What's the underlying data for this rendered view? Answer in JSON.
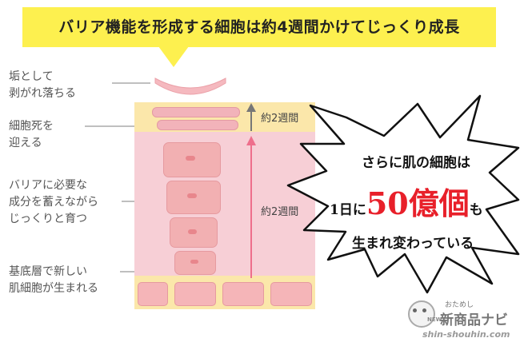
{
  "banner": {
    "title": "バリア機能を形成する細胞は約4週間かけてじっくり成長"
  },
  "labels": {
    "peel": [
      "垢として",
      "剥がれ落ちる"
    ],
    "death": [
      "細胞死を",
      "迎える"
    ],
    "grow": [
      "バリアに必要な",
      "成分を蓄えながら",
      "じっくりと育つ"
    ],
    "base": [
      "基底層で新しい",
      "肌細胞が生まれる"
    ]
  },
  "durations": {
    "upper": "約2週間",
    "lower": "約2週間"
  },
  "bubble": {
    "line1": "さらに肌の細胞は",
    "line2_prefix": "1日に",
    "line2_number": "50億個",
    "line2_suffix": "も",
    "line3": "生まれ変わっている"
  },
  "logo": {
    "kana": "おためし",
    "name": "新商品ナビ",
    "site": "shin-shouhin.com",
    "badge": "NEW"
  },
  "colors": {
    "banner_bg": "#fdf04f",
    "skin_pink": "#f7cfd6",
    "skin_yellow": "#fbe7aa",
    "cell": "#f2b0b2",
    "accent_red": "#e8202a",
    "arrow_pink": "#ee6f8c",
    "arrow_gray": "#777777"
  }
}
